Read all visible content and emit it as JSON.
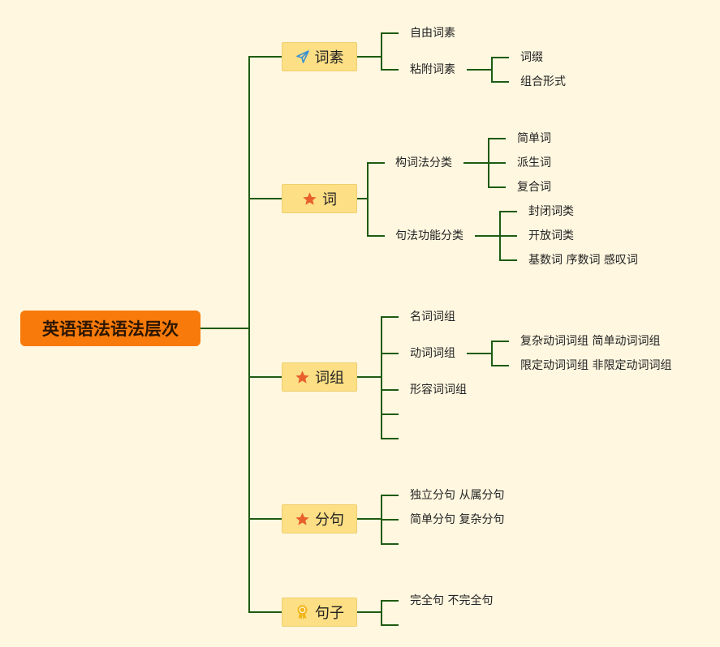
{
  "root": {
    "label": "英语语法语法层次"
  },
  "branches": [
    {
      "label": "词素",
      "icon": "paper-plane-icon",
      "children": [
        {
          "label": "自由词素",
          "children": []
        },
        {
          "label": "粘附词素",
          "children": [
            {
              "label": "词缀"
            },
            {
              "label": "组合形式"
            }
          ]
        }
      ]
    },
    {
      "label": "词",
      "icon": "star-icon",
      "children": [
        {
          "label": "构词法分类",
          "children": [
            {
              "label": "简单词"
            },
            {
              "label": "派生词"
            },
            {
              "label": "复合词"
            }
          ]
        },
        {
          "label": "句法功能分类",
          "children": [
            {
              "label": "封闭词类"
            },
            {
              "label": "开放词类"
            },
            {
              "label": "基数词 序数词 感叹词"
            }
          ]
        }
      ]
    },
    {
      "label": "词组",
      "icon": "star-icon",
      "children": [
        {
          "label": "名词词组",
          "children": []
        },
        {
          "label": "动词词组",
          "children": [
            {
              "label": "复杂动词词组 简单动词词组"
            },
            {
              "label": "限定动词词组 非限定动词词组"
            }
          ]
        },
        {
          "label": "形容词词组",
          "children": []
        },
        {
          "label": "",
          "children": []
        },
        {
          "label": "",
          "children": []
        }
      ]
    },
    {
      "label": "分句",
      "icon": "star-icon",
      "children": [
        {
          "label": "独立分句 从属分句",
          "children": []
        },
        {
          "label": "简单分句 复杂分句",
          "children": []
        },
        {
          "label": "",
          "children": []
        }
      ]
    },
    {
      "label": "句子",
      "icon": "award-ribbon-icon",
      "children": [
        {
          "label": "完全句 不完全句",
          "children": []
        },
        {
          "label": "",
          "children": []
        }
      ]
    }
  ],
  "colors": {
    "background": "#fff7e0",
    "root_fill": "#f77a0a",
    "branch_fill": "#fddf85",
    "connector": "#1f5b12",
    "star": "#e8602c",
    "plane": "#3a8fd0",
    "award": "#f3b518"
  }
}
